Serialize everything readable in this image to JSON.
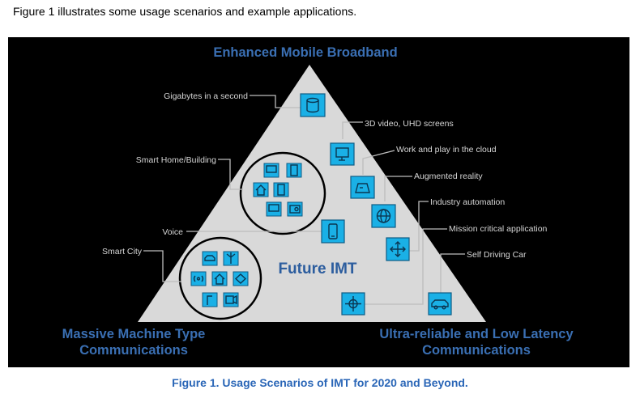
{
  "intro_text": "Figure 1 illustrates some usage scenarios and example applications.",
  "caption": "Figure 1. Usage Scenarios of IMT for 2020 and Beyond.",
  "colors": {
    "background": "#000000",
    "triangle": "#d9d9d9",
    "icon": "#1ab0e6",
    "heading": "#3a6fb3",
    "caption": "#2a66b7"
  },
  "diagram": {
    "top_label": "Enhanced Mobile Broadband",
    "center_label": "Future IMT",
    "bottom_left_label": [
      "Massive Machine Type",
      "Communications"
    ],
    "bottom_right_label": [
      "Ultra-reliable  and Low Latency",
      "Communications"
    ],
    "applications": {
      "gigabytes": "Gigabytes in a second",
      "video": "3D video, UHD screens",
      "cloud": "Work and play in the cloud",
      "ar": "Augmented reality",
      "industry": "Industry automation",
      "mission": "Mission critical  application",
      "car": "Self Driving Car",
      "home": "Smart Home/Building",
      "voice": "Voice",
      "city": "Smart City"
    },
    "icons": {
      "gigabytes": "storage-cylinder-icon",
      "video": "monitor-icon",
      "cloud": "gamepad-icon",
      "ar": "globe-icon",
      "voice": "mobile-phone-icon",
      "industry": "crosshair-arrows-icon",
      "mission": "crosshair-icon",
      "car": "car-icon"
    }
  }
}
